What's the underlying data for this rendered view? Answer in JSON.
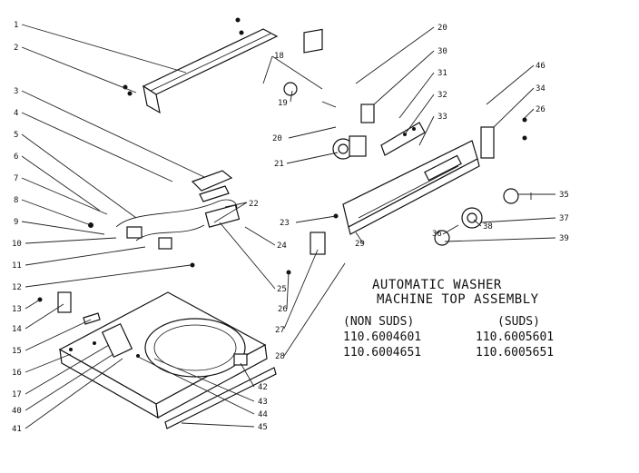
{
  "title": {
    "line1": "AUTOMATIC WASHER",
    "line2": "MACHINE TOP ASSEMBLY"
  },
  "part_numbers": {
    "non_suds_header": "(NON SUDS)",
    "suds_header": "(SUDS)",
    "non_suds": [
      "110.6004601",
      "110.6004651"
    ],
    "suds": [
      "110.6005601",
      "110.6005651"
    ]
  },
  "callouts": [
    "1",
    "2",
    "3",
    "4",
    "5",
    "6",
    "7",
    "8",
    "9",
    "10",
    "11",
    "12",
    "13",
    "14",
    "15",
    "16",
    "17",
    "40",
    "41",
    "18",
    "19",
    "20",
    "21",
    "20",
    "30",
    "31",
    "32",
    "33",
    "46",
    "34",
    "26",
    "22",
    "23",
    "24",
    "25",
    "26",
    "27",
    "28",
    "29",
    "36",
    "38",
    "35",
    "37",
    "39",
    "42",
    "43",
    "44",
    "45"
  ]
}
